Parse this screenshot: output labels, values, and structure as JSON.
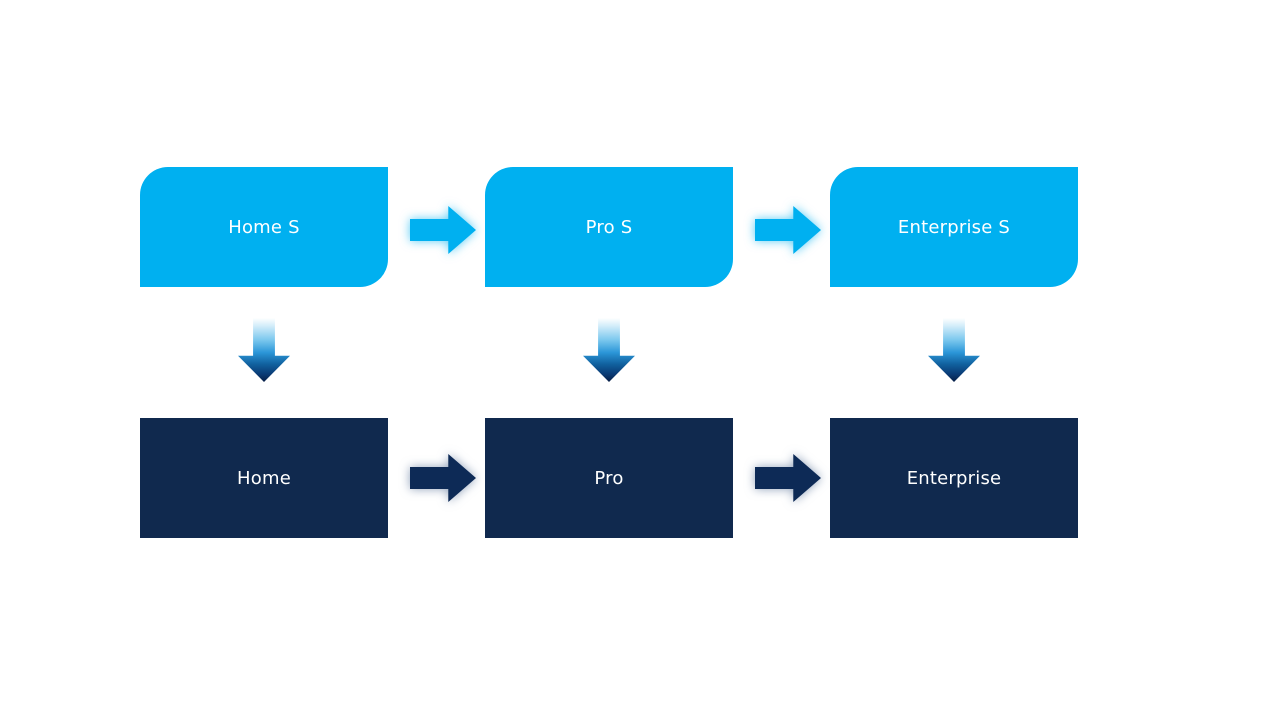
{
  "colors": {
    "cyan": "#00b0f0",
    "navy": "#10294e",
    "navy_arrow": "#0d2a56"
  },
  "flow": {
    "top_row": [
      {
        "label": "Home S"
      },
      {
        "label": "Pro S"
      },
      {
        "label": "Enterprise S"
      }
    ],
    "bottom_row": [
      {
        "label": "Home"
      },
      {
        "label": "Pro"
      },
      {
        "label": "Enterprise"
      }
    ]
  }
}
